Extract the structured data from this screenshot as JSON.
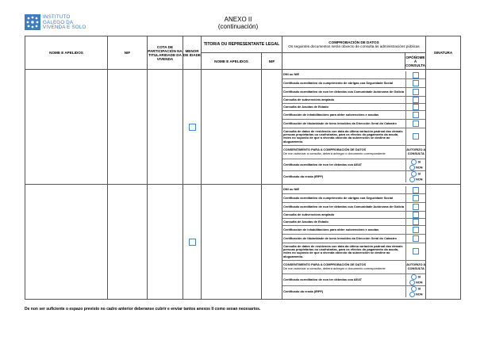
{
  "logo": {
    "line1": "INSTITUTO",
    "line2": "GALEGO DA",
    "line3": "VIVENDA E SOLO",
    "color": "#3b7dc4"
  },
  "title": {
    "line1": "ANEXO II",
    "line2": "(continuación)"
  },
  "table": {
    "headers": {
      "nome": "NOME E APELIDOS",
      "nif": "NIF",
      "cota": "COTA DE PARTICIPACIÓN NA TITULARIDADE DA VIVENDA",
      "menor": "MENOR DE IDADE",
      "titor": "TITOR/A OU REPRESENTANTE LEGAL",
      "titor_nome": "NOME E APELIDOS",
      "titor_nif": "NIF",
      "comprobacion_title": "COMPROBACIÓN DE DATOS",
      "comprobacion_sub": "Os seguintes documentos serán obxecto de consulta ás administracións públicas",
      "opoñome": "OPÓÑOME Á CONSULTA",
      "sinatura": "SINATURA"
    },
    "consultas": [
      "DNI ou NIE",
      "Certificado acreditativo do cumprimento de obrigas coa Seguridade Social",
      "Certificado acreditativo de non ter débedas coa Comunidade Autónoma de Galicia",
      "Consulta de subvencións amplado",
      "Consulta de Axudas de Estado",
      "Certificación de inhabilitacións para obter subvencións e axudas",
      "Certificación de titularidade de bens inmobles da Dirección Xeral do Catastro",
      "Consulta de datos de residencia con data da última variación padroal das demais persoas propietarias ou usufrutarias, para os efectos do pagamento da axuda, estes no suposto de que a vivenda obxecto da subvención se destine ao aluguamento."
    ],
    "consentimento": {
      "title": "CONSENTIMENTO PARA A COMPROBACIÓN DE DATOS",
      "sub": "De non autorizar a consulta, deberá achegar o documento correspondente",
      "autorizo": "AUTORIZO A CONSULTA",
      "items": [
        "Certificado acreditativo de non ter débedas coa AEAT",
        "Certificado da renda (IRPF)"
      ],
      "si": "SI",
      "non": "NON"
    }
  },
  "footnote": "De non ser suficiente o espazo previsto no cadro anterior deberanse cubrir e enviar tantos anexos II como sexan necesarios."
}
